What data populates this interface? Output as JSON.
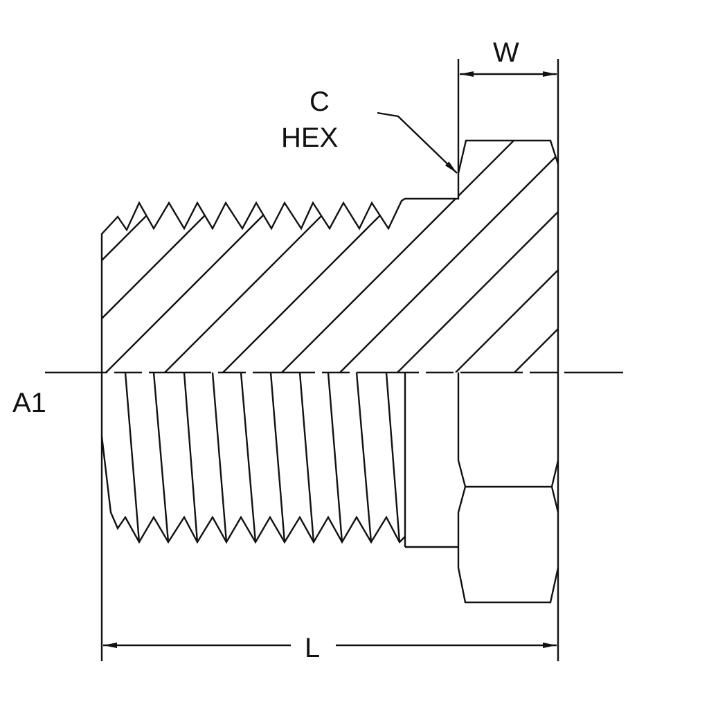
{
  "drawing": {
    "labels": {
      "hex_size": "C",
      "hex_word": "HEX",
      "hex_width": "W",
      "overall_length": "L",
      "thread_size": "A1"
    },
    "colors": {
      "line": "#111111",
      "background": "#ffffff"
    }
  }
}
